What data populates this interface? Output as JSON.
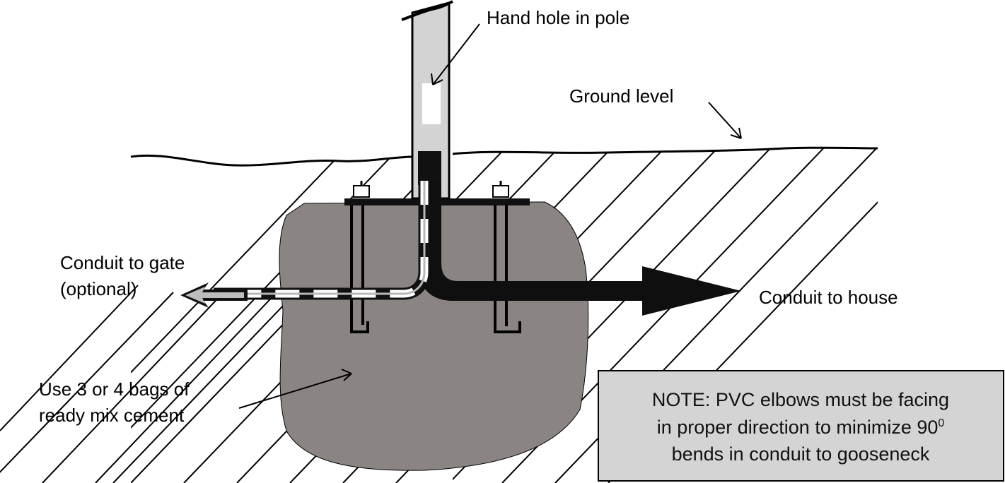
{
  "labels": {
    "hand_hole": "Hand hole in pole",
    "ground_level": "Ground level",
    "conduit_gate_line1": "Conduit to gate",
    "conduit_gate_line2": "(optional)",
    "conduit_house": "Conduit to house",
    "cement_line1": "Use  3 or 4 bags of",
    "cement_line2": "ready mix cement"
  },
  "note": {
    "line1": "NOTE:   PVC elbows  must be facing",
    "line2_prefix": "in proper direction to minimize 90",
    "line2_sup": "0",
    "line3": "bends in conduit to gooseneck"
  },
  "colors": {
    "concrete": "#8a8482",
    "note_fill": "#d4d4d4",
    "pole_fill": "#d3d3d3",
    "ink": "#000000"
  }
}
